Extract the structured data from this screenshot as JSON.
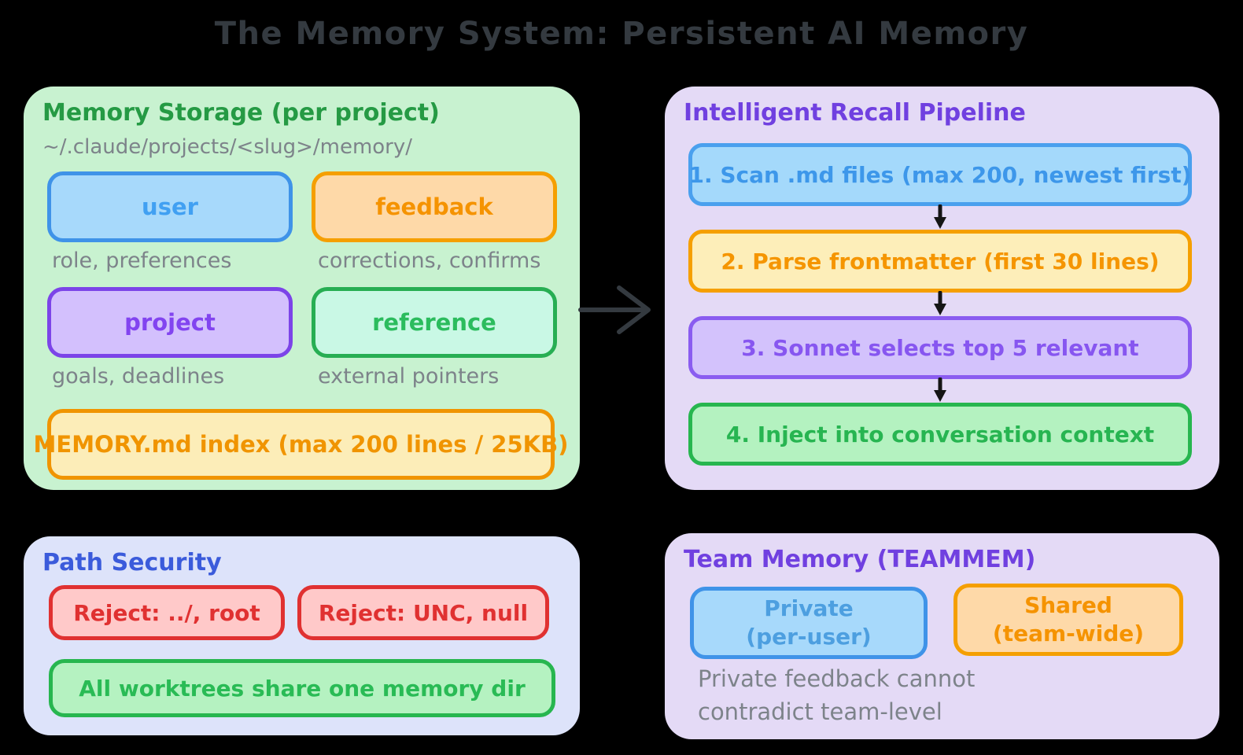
{
  "title": "The Memory System: Persistent AI Memory",
  "colors": {
    "background": "#000000",
    "title_text": "#343a40",
    "storage_panel_bg": "#c8f2d0",
    "pipeline_panel_bg": "#e4daf6",
    "security_panel_bg": "#dde3fa",
    "team_panel_bg": "#e4daf6",
    "green_heading": "#259a44",
    "purple_heading": "#7040e0",
    "blue_heading": "#3b5bdb",
    "gray_text": "#7d838a",
    "blue_node_accent": "#3f93e8",
    "orange_node_accent": "#f59f00",
    "purple_node_accent": "#7c44e8",
    "mint_node_accent": "#27ae53",
    "green_node_accent": "#27b64f",
    "red_node_accent": "#e03131",
    "arrow": "#343a40"
  },
  "storage": {
    "heading": "Memory Storage (per project)",
    "path": "~/.claude/projects/<slug>/memory/",
    "nodes": [
      {
        "label": "user",
        "caption": "role, preferences"
      },
      {
        "label": "feedback",
        "caption": "corrections, confirms"
      },
      {
        "label": "project",
        "caption": "goals, deadlines"
      },
      {
        "label": "reference",
        "caption": "external pointers"
      }
    ],
    "index_label": "MEMORY.md index (max 200 lines / 25KB)"
  },
  "pipeline": {
    "heading": "Intelligent Recall Pipeline",
    "steps": [
      {
        "label": "1. Scan .md files (max 200, newest first)"
      },
      {
        "label": "2. Parse frontmatter (first 30 lines)"
      },
      {
        "label": "3. Sonnet selects top 5 relevant"
      },
      {
        "label": "4. Inject into conversation context"
      }
    ]
  },
  "security": {
    "heading": "Path Security",
    "reject_left": "Reject: ../, root",
    "reject_right": "Reject: UNC, null",
    "worktrees": "All worktrees share one memory dir"
  },
  "team": {
    "heading": "Team Memory (TEAMMEM)",
    "private": {
      "line1": "Private",
      "line2": "(per-user)"
    },
    "shared": {
      "line1": "Shared",
      "line2": "(team-wide)"
    },
    "note_line1": "Private feedback cannot",
    "note_line2": "contradict team-level"
  }
}
